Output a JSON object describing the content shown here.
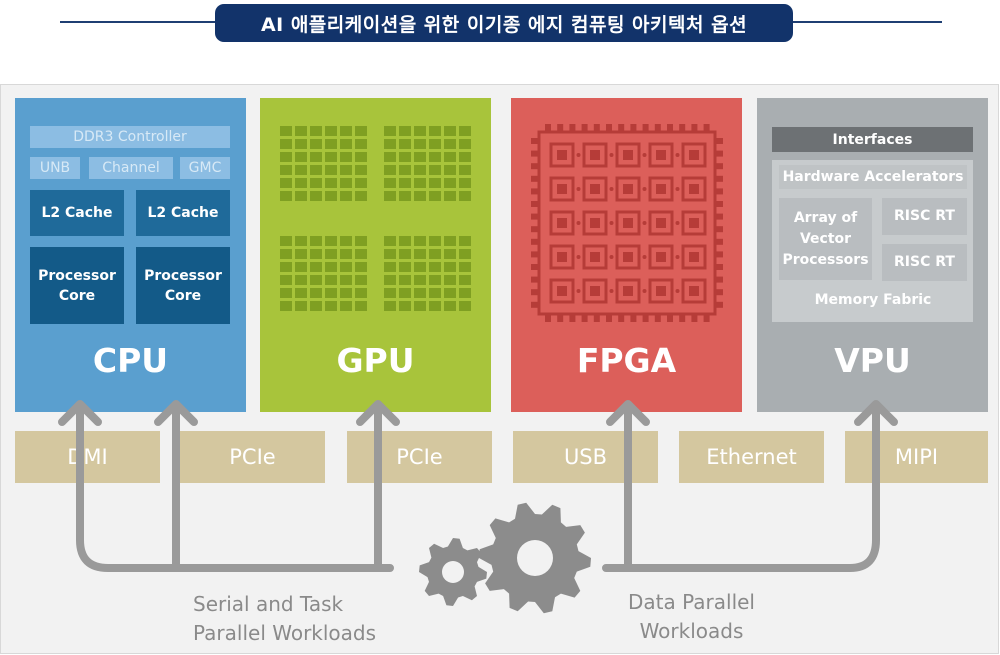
{
  "title": "AI 애플리케이션을 위한 이기종 에지 컴퓨팅 아키텍처 옵션",
  "panels": {
    "cpu": {
      "label": "CPU",
      "ddr3": "DDR3 Controller",
      "unb": "UNB",
      "channel": "Channel",
      "gmc": "GMC",
      "l2_cache": "L2 Cache",
      "core_line1": "Processor",
      "core_line2": "Core"
    },
    "gpu": {
      "label": "GPU"
    },
    "fpga": {
      "label": "FPGA"
    },
    "vpu": {
      "label": "VPU",
      "interfaces": "Interfaces",
      "hw_accel": "Hardware Accelerators",
      "array_line1": "Array of",
      "array_line2": "Vector",
      "array_line3": "Processors",
      "risc_rt": "RISC RT",
      "memory_fabric": "Memory Fabric"
    }
  },
  "interfaces": [
    "DMI",
    "PCIe",
    "PCIe",
    "USB",
    "Ethernet",
    "MIPI"
  ],
  "workloads": {
    "serial_line1": "Serial and Task",
    "serial_line2": "Parallel Workloads",
    "data_line1": "Data Parallel",
    "data_line2": "Workloads"
  },
  "colors": {
    "title_bg": "#12336a",
    "cpu": "#5a9fcf",
    "gpu": "#a8c43b",
    "fpga": "#dc5f5a",
    "vpu": "#a9aeb1",
    "interface": "#d4c79f",
    "arrow": "#9a9a9a"
  },
  "icons": [
    "gear-icon-large",
    "gear-icon-small",
    "arrow-up-icon",
    "gpu-core-grid-icon",
    "fpga-fabric-icon"
  ]
}
